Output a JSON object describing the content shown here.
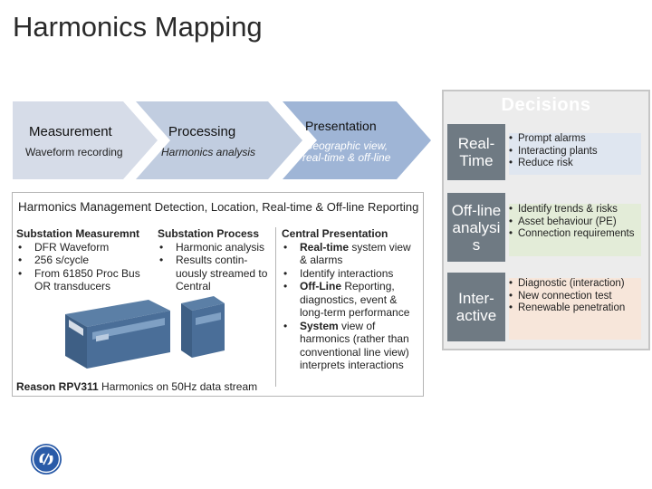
{
  "page": {
    "title": "Harmonics Mapping"
  },
  "process": {
    "stages": [
      {
        "title": "Measurement",
        "subtitle": "Waveform recording"
      },
      {
        "title": "Processing",
        "subtitle": "Harmonics analysis"
      },
      {
        "title": "Presentation",
        "subtitle_line1": "Geographic view,",
        "subtitle_line2": "real-time & off-line"
      }
    ],
    "colors": [
      "#cfd7e6",
      "#b7c6de",
      "#96aed2"
    ]
  },
  "management": {
    "heading_main": "Harmonics Management",
    "heading_rest": "Detection, Location, Real-time & Off-line Reporting",
    "columns": [
      {
        "title": "Substation Measuremnt",
        "items": [
          "DFR Waveform",
          "256 s/cycle",
          "From 61850 Proc Bus OR transducers"
        ]
      },
      {
        "title": "Substation Process",
        "items": [
          "Harmonic analysis",
          "Results contin-uously streamed to Central"
        ]
      },
      {
        "title": "Central Presentation",
        "items": [
          {
            "bold": "Real-time",
            "rest": " system view & alarms"
          },
          {
            "bold": "",
            "rest": "Identify interactions"
          },
          {
            "bold": "Off-Line",
            "rest": " Reporting, diagnostics, event & long-term performance"
          },
          {
            "bold": "System",
            "rest": " view of harmonics (rather than conventional line view) interprets interactions"
          }
        ]
      }
    ],
    "caption_bold": "Reason RPV311",
    "caption_rest": " Harmonics on 50Hz data stream"
  },
  "decisions": {
    "title": "Decisions",
    "rows": [
      {
        "label": "Real-Time",
        "label_line1": "Real-",
        "label_line2": "Time",
        "items": [
          "Prompt alarms",
          "Interacting plants",
          "Reduce risk"
        ]
      },
      {
        "label_line1": "Off-line",
        "label_line2": "analysi",
        "label_line3": "s",
        "items": [
          "Identify trends & risks",
          "Asset behaviour (PE)",
          "Connection requirements"
        ]
      },
      {
        "label_line1": "Inter-",
        "label_line2": "active",
        "items": [
          "Diagnostic (interaction)",
          "New connection test",
          "Renewable penetration"
        ]
      }
    ]
  },
  "icons": {
    "logo": "ge-logo-icon",
    "device": "recorder-device-icon"
  }
}
